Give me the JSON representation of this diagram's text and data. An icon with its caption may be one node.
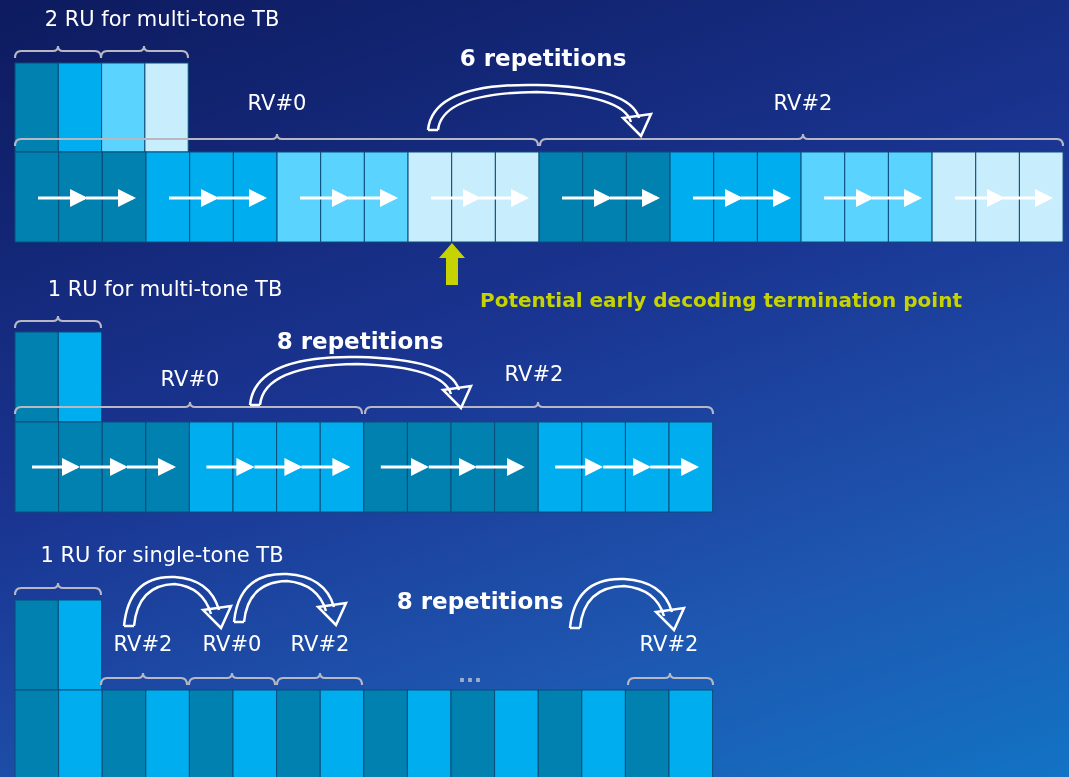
{
  "diagram": {
    "labels": [
      "2 RU for multi-tone TB",
      "6 repetitions",
      "RV#0",
      "RV#2",
      "Potential early decoding termination point",
      "1 RU for multi-tone TB",
      "8 repetitions",
      "RV#0",
      "RV#2",
      "1 RU for single-tone TB",
      "8 repetitions",
      "RV#2",
      "RV#0",
      "RV#2",
      "RV#2",
      "..."
    ]
  }
}
